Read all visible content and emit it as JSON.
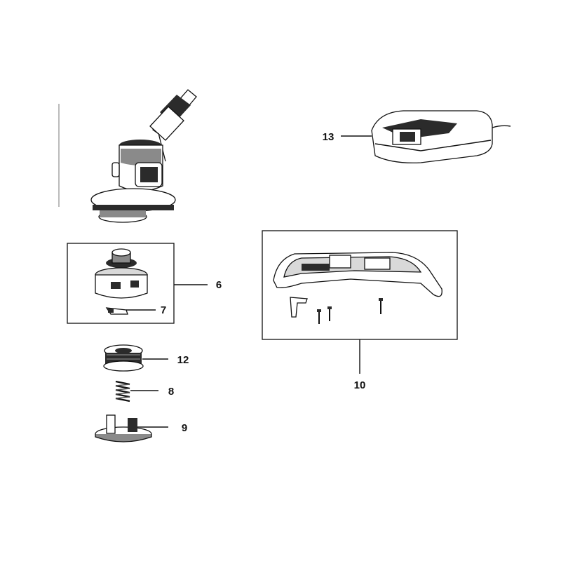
{
  "parts": [
    {
      "number": "6",
      "icon": "spool-housing-icon"
    },
    {
      "number": "7",
      "icon": "clip-icon"
    },
    {
      "number": "12",
      "icon": "line-spool-icon"
    },
    {
      "number": "8",
      "icon": "spring-icon"
    },
    {
      "number": "9",
      "icon": "spool-cap-icon"
    },
    {
      "number": "13",
      "icon": "charger-icon"
    },
    {
      "number": "10",
      "icon": "guard-icon"
    }
  ],
  "colors": {
    "line": "#111111",
    "dark": "#2b2b2b",
    "mid": "#8a8a8a",
    "light": "#d9d9d9"
  }
}
